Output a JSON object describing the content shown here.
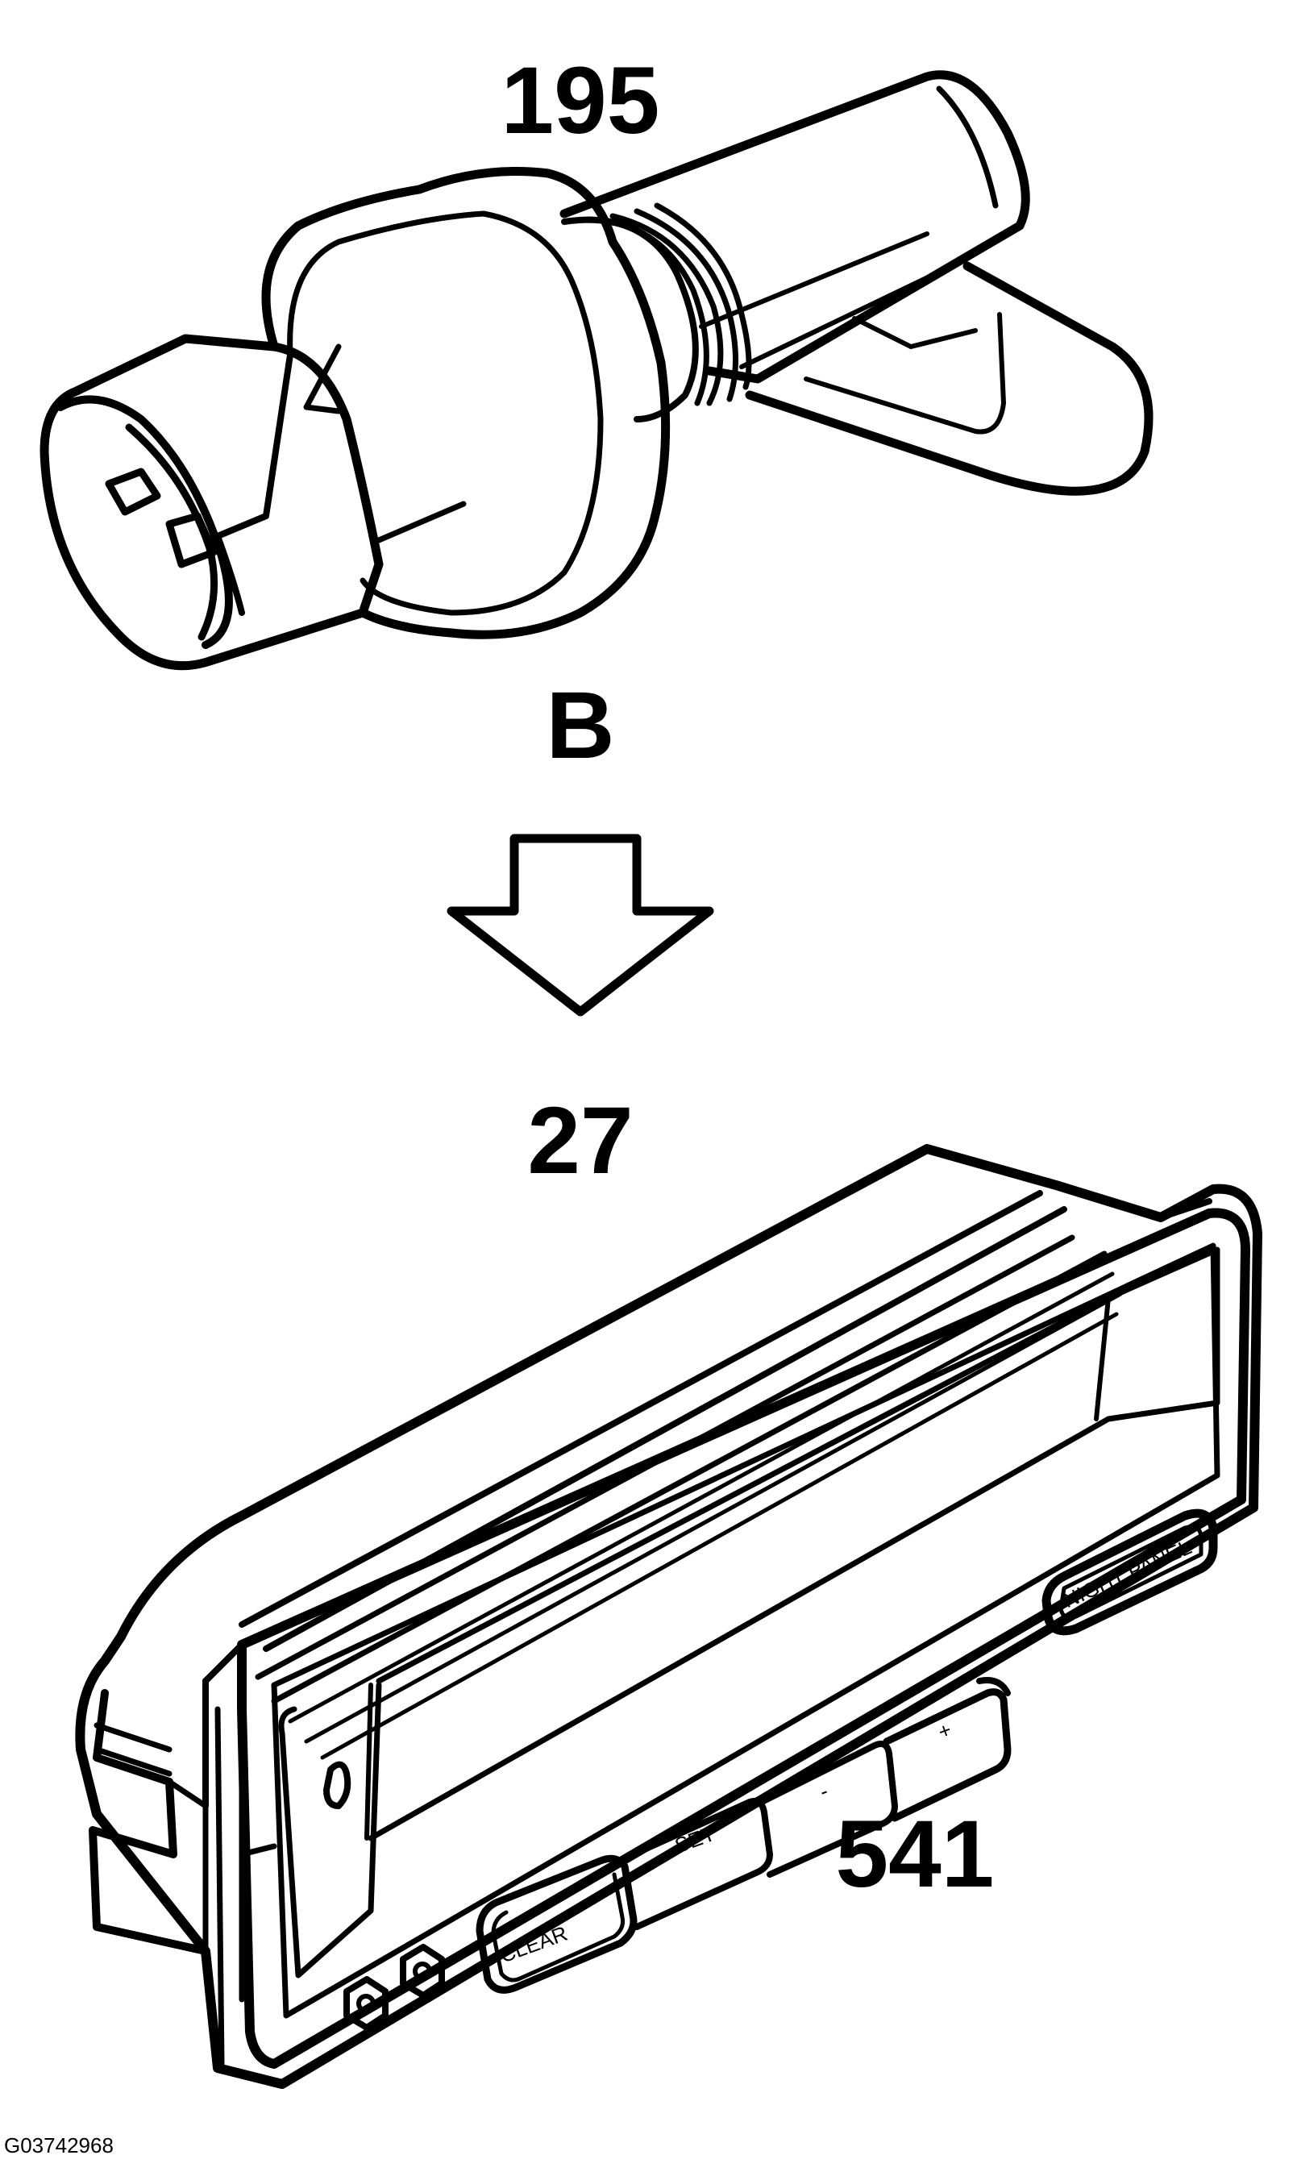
{
  "diagram": {
    "callouts": {
      "sensor": "195",
      "view_label": "B",
      "step": "27",
      "module": "541"
    },
    "buttons": {
      "clear": "CLEAR",
      "set": "SET",
      "minus": "-",
      "plus": "+",
      "night_panel": "NIGHT PANEL"
    },
    "figure_id": "G03742968"
  },
  "colors": {
    "ink": "#000000",
    "paper": "#ffffff"
  },
  "icons": {
    "arrow": "down-arrow-icon"
  }
}
